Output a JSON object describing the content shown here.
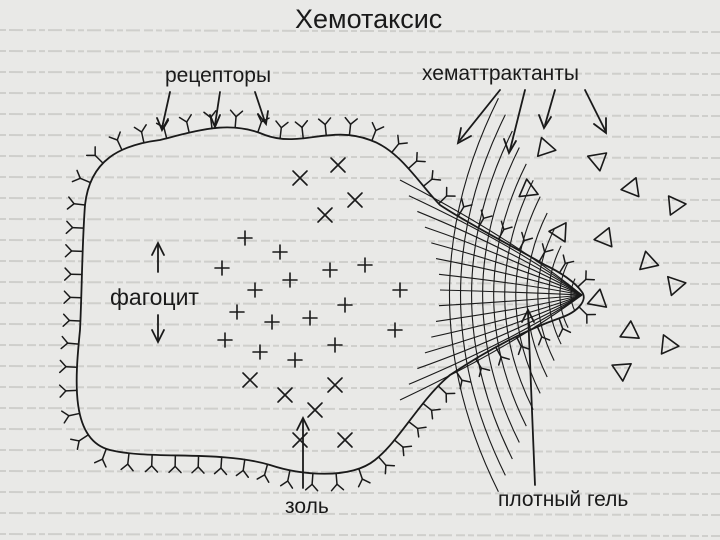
{
  "diagram": {
    "title": "Хемотаксис",
    "labels": {
      "receptors": "рецепторы",
      "chemoattractants": "хематтрактанты",
      "phagocyte": "фагоцит",
      "sol": "золь",
      "dense_gel": "плотный гель"
    },
    "colors": {
      "ink": "#1a1a1a",
      "paper": "#e9e9e7",
      "bleed_text": "#cfcfcc"
    }
  }
}
